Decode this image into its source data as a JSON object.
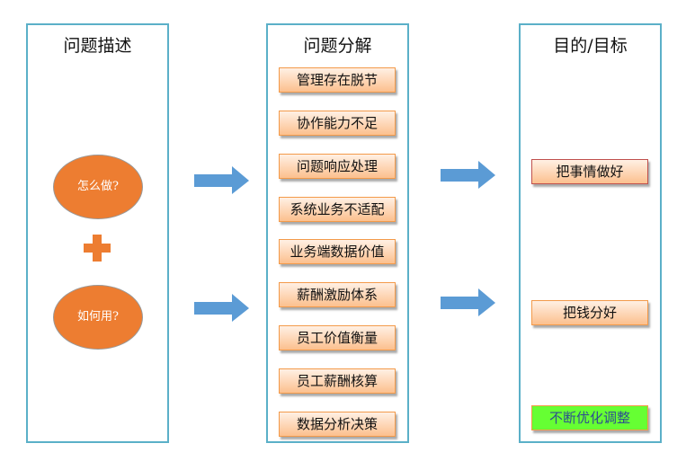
{
  "columns": [
    {
      "title": "问题描述",
      "items": [
        "怎么做?",
        "如何用?"
      ]
    },
    {
      "title": "问题分解",
      "items": [
        "管理存在脱节",
        "协作能力不足",
        "问题响应处理",
        "系统业务不适配",
        "业务端数据价值",
        "薪酬激励体系",
        "员工价值衡量",
        "员工薪酬核算",
        "数据分析决策"
      ]
    },
    {
      "title": "目的/目标",
      "items": [
        "把事情做好",
        "把钱分好",
        "不断优化调整"
      ]
    }
  ],
  "colors": {
    "border": "#5bb0c8",
    "ellipse": "#ed7d31",
    "arrow": "#5b9bd5",
    "highlight": "#66ff33"
  }
}
